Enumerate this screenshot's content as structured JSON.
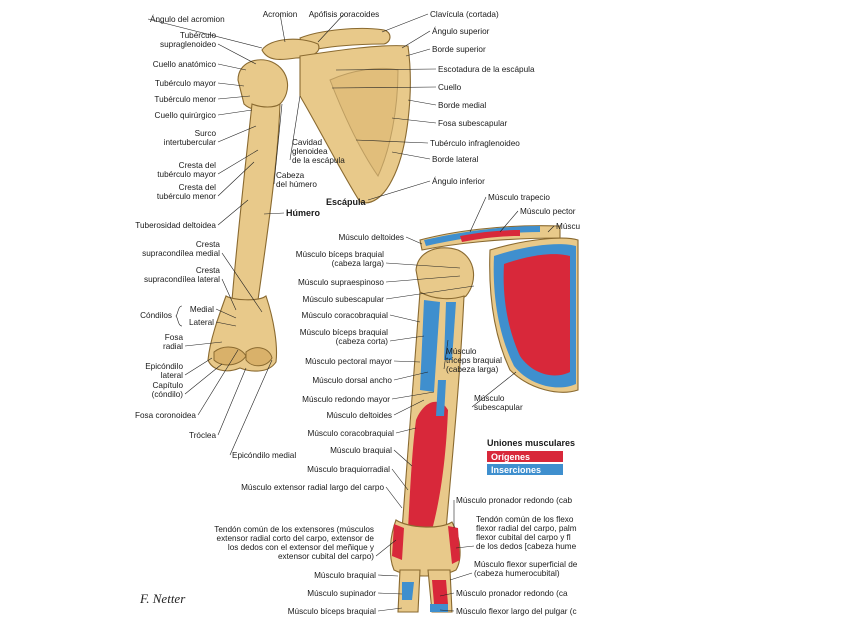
{
  "labels_top": [
    "Ángulo del acromion",
    "Acromion",
    "Apófisis coracoides",
    "Clavícula (cortada)",
    "Tubérculo",
    "supraglenoideo",
    "Ángulo superior",
    "Borde superior",
    "Cuello anatómico",
    "Escotadura de la escápula",
    "Tubérculo mayor",
    "Cuello",
    "Tubérculo menor",
    "Borde medial",
    "Cuello quirúrgico",
    "Fosa subescapular",
    "Surco",
    "intertubercular",
    "Tubérculo infraglenoideo",
    "Cavidad",
    "glenoidea",
    "de la escápula",
    "Borde lateral",
    "Cresta del",
    "tubérculo mayor",
    "Cabeza",
    "del húmero",
    "Ángulo inferior",
    "Cresta del",
    "tubérculo menor",
    "Escápula",
    "Húmero",
    "Tuberosidad deltoidea"
  ],
  "labels_lower_left": [
    "Cresta",
    "supracondílea medial",
    "Cresta",
    "supracondílea lateral",
    "Medial",
    "Cóndilos",
    "Lateral",
    "Fosa",
    "radial",
    "Epicóndilo",
    "lateral",
    "Capítulo",
    "(cóndilo)",
    "Fosa coronoidea",
    "Tróclea",
    "Epicóndilo medial"
  ],
  "labels_right": [
    "Músculo trapecio",
    "Músculo pector",
    "Múscu",
    "Músculo deltoides",
    "Músculo bíceps braquial",
    "(cabeza larga)",
    "Músculo supraespinoso",
    "Músculo subescapular",
    "Músculo coracobraquial",
    "Músculo bíceps braquial",
    "(cabeza corta)",
    "Músculo",
    "tríceps braquial",
    "(cabeza larga)",
    "Músculo pectoral mayor",
    "Músculo dorsal ancho",
    "Músculo",
    "subescapular",
    "Músculo redondo mayor",
    "Músculo deltoides",
    "Músculo coracobraquial",
    "Músculo braquial",
    "Músculo braquiorradial",
    "Músculo extensor radial largo del carpo",
    "Músculo pronador redondo (cab",
    "Tendón común de los extensores (músculos",
    "extensor radial corto del carpo, extensor de",
    "los dedos con el extensor del meñique y",
    "extensor cubital del carpo)",
    "Tendón común de los flexo",
    "flexor radial del carpo, palm",
    "flexor cubital del carpo y fl",
    "de los dedos [cabeza hume",
    "Músculo braquial",
    "Músculo flexor superficial de",
    "(cabeza humerocubital)",
    "Músculo supinador",
    "Músculo pronador redondo (ca",
    "Músculo bíceps braquial",
    "Músculo flexor largo del pulgar (c"
  ],
  "legend": {
    "title": "Uniones musculares",
    "origins": "Orígenes",
    "insertions": "Inserciones",
    "origin_color": "#d8283a",
    "insertion_color": "#3f8fce"
  },
  "signature": "F. Netter"
}
